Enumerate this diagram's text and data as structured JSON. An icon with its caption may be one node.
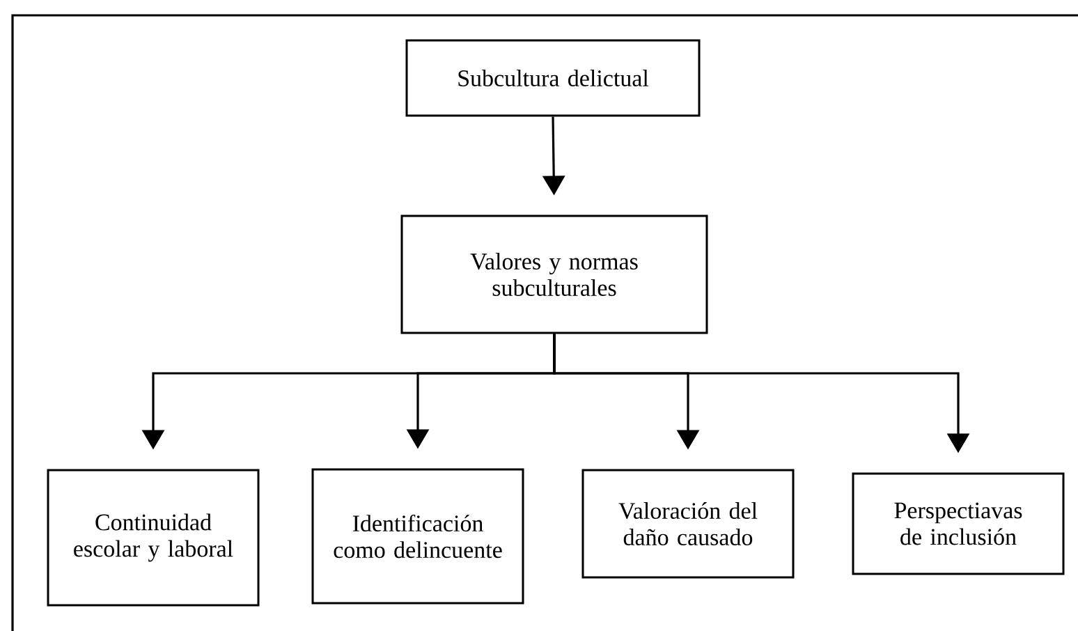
{
  "diagram": {
    "nodes": [
      {
        "text": [
          "Subcultura delictual"
        ]
      },
      {
        "text": [
          "Valores y normas subculturales"
        ]
      },
      {
        "text": [
          "Continuidad escolar y laboral"
        ]
      },
      {
        "text": [
          "Identificación como delincuente"
        ]
      },
      {
        "text": [
          "Valoración del daño causado"
        ]
      },
      {
        "text": [
          "Perspectiavas de inclusión"
        ]
      }
    ],
    "edges": [
      {
        "from": 0,
        "to": 1,
        "arrow": "to"
      },
      {
        "from": 1,
        "to": 2,
        "arrow": "to"
      },
      {
        "from": 1,
        "to": 3,
        "arrow": "to"
      },
      {
        "from": 1,
        "to": 4,
        "arrow": "to"
      },
      {
        "from": 1,
        "to": 5,
        "arrow": "to"
      }
    ]
  }
}
